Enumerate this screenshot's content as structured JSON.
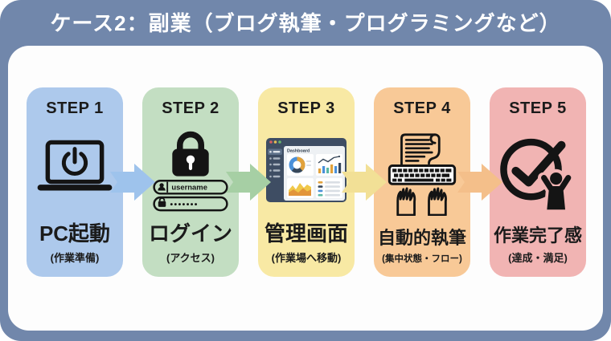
{
  "title": "ケース2：副業（ブログ執筆・プログラミングなど）",
  "steps": [
    {
      "step": "STEP 1",
      "label": "PC起動",
      "sub": "(作業準備)",
      "icon": "laptop-power-icon"
    },
    {
      "step": "STEP 2",
      "label": "ログイン",
      "sub": "(アクセス)",
      "icon": "login-form-icon"
    },
    {
      "step": "STEP 3",
      "label": "管理画面",
      "sub": "(作業場へ移動)",
      "icon": "dashboard-icon"
    },
    {
      "step": "STEP 4",
      "label": "自動的執筆",
      "sub": "(集中状態・フロー)",
      "icon": "typing-hands-icon"
    },
    {
      "step": "STEP 5",
      "label": "作業完了感",
      "sub": "(達成・満足)",
      "icon": "check-celebration-icon"
    }
  ],
  "login_form": {
    "username_value": "username",
    "password_value": "•••••••"
  },
  "dashboard": {
    "title": "Dashboard"
  },
  "colors": {
    "outer_background": "#7187ab",
    "panel_background": "#fdfdfd",
    "title_text": "#ffffff",
    "card_step1": "#adc9ec",
    "card_step2": "#c3dec2",
    "card_step3": "#f8e9a4",
    "card_step4": "#f8c997",
    "card_step5": "#f1b4b3",
    "arrow_step1": "#9ec3ec",
    "arrow_step2": "#a6cfa4",
    "arrow_step3": "#f2e096",
    "arrow_step4": "#f4bf8a"
  }
}
